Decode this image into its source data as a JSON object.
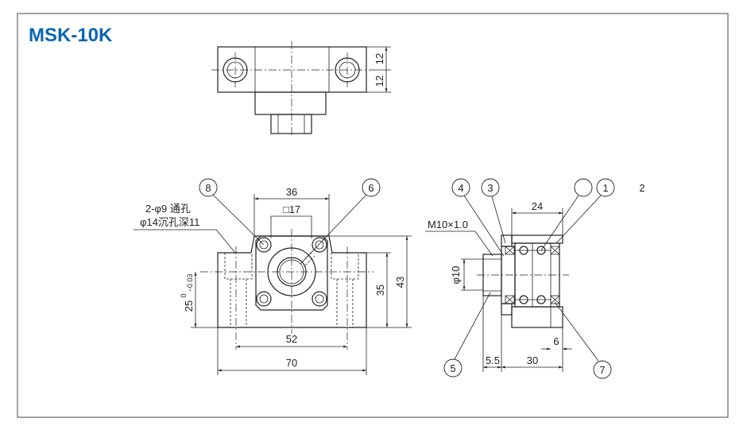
{
  "title": "MSK-10K",
  "top_view": {
    "dims": [
      "12",
      "12"
    ]
  },
  "front_view": {
    "dims": {
      "d36": "36",
      "sq17": "□17",
      "d43": "43",
      "d35": "35",
      "d25": "25",
      "d25_upper": "0",
      "d25_lower": "−0.03",
      "d52": "52",
      "d70": "70"
    },
    "note_line1": "2-φ9 通孔",
    "note_line2": "φ14沉孔深11",
    "callouts": [
      "8",
      "6"
    ]
  },
  "side_view": {
    "thread_label": "M10×1.0",
    "dims": {
      "d24": "24",
      "phi10": "φ10",
      "d5_5": "5.5",
      "d30": "30",
      "d6": "6"
    },
    "callouts": {
      "c4": "4",
      "c3": "3",
      "c_blank": "",
      "c1": "1",
      "c5": "5",
      "c7": "7"
    },
    "stray_label": "2"
  },
  "colors": {
    "title": "#0a66b3",
    "line": "#222222"
  }
}
